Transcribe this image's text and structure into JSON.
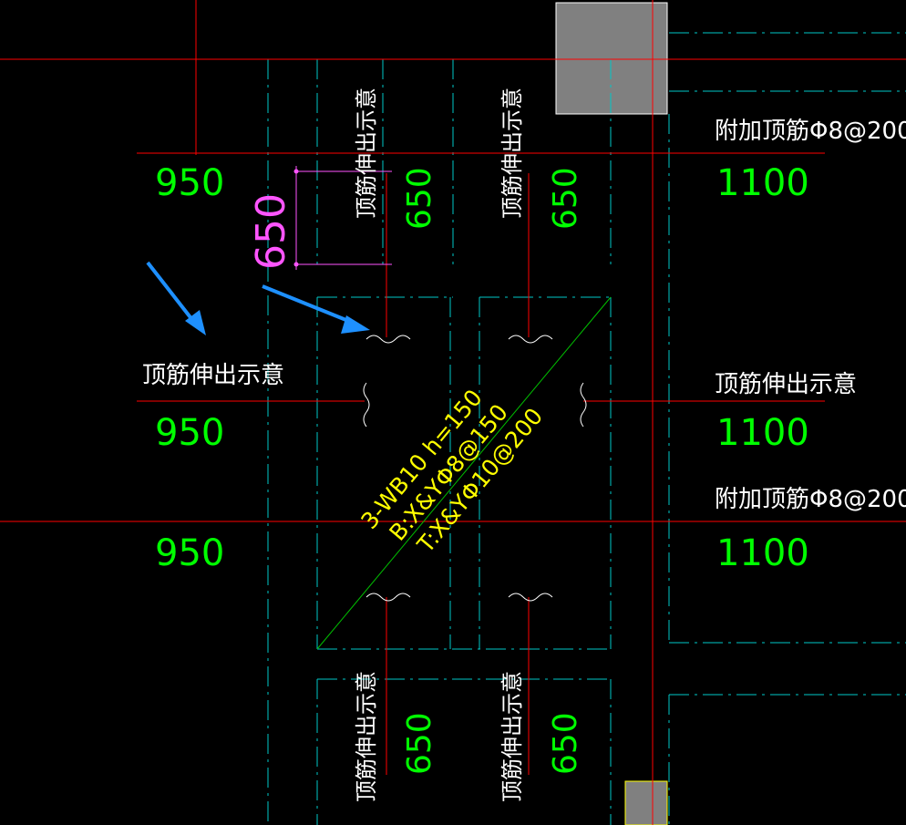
{
  "drawing": {
    "slab_label": {
      "line1": "3-WB10  h=150",
      "line2": "B:X&YΦ8@150",
      "line3": "T:X&YΦ10@200"
    },
    "extension_label": "顶筋伸出示意",
    "additional_rebar_label": "附加顶筋Φ8@200",
    "dimension_650": "650",
    "lengths": {
      "left": "950",
      "right": "1100",
      "vertical": "650"
    },
    "colors": {
      "background": "#000000",
      "red_line": "#ff0000",
      "cyan_dash": "#00c8c8",
      "white_text": "#ffffff",
      "green_text": "#00ff00",
      "yellow_text": "#ffff00",
      "magenta_dim": "#ff55ff",
      "green_diag": "#00c000",
      "gray_block": "#808080",
      "blue_arrow": "#1e90ff"
    }
  }
}
